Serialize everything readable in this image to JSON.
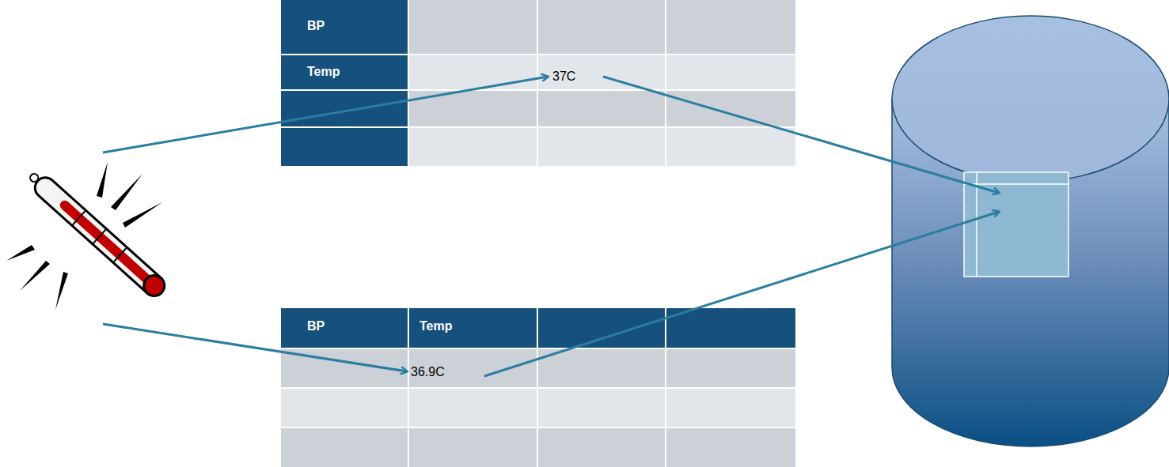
{
  "diagram": {
    "labels": [
      "BP",
      "Temp",
      "37C",
      "BP",
      "Temp",
      "36.9C"
    ]
  }
}
